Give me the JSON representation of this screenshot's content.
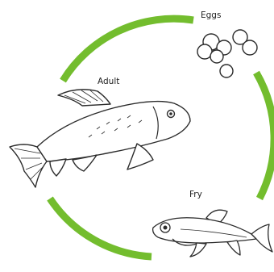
{
  "diagram": {
    "stages": [
      {
        "id": "eggs",
        "label": "Eggs"
      },
      {
        "id": "adult",
        "label": "Adult"
      },
      {
        "id": "fry",
        "label": "Fry"
      }
    ],
    "colors": {
      "cycle_arrow": "#73bd2e",
      "outline": "#2b2b2b",
      "fill": "#ffffff"
    }
  }
}
